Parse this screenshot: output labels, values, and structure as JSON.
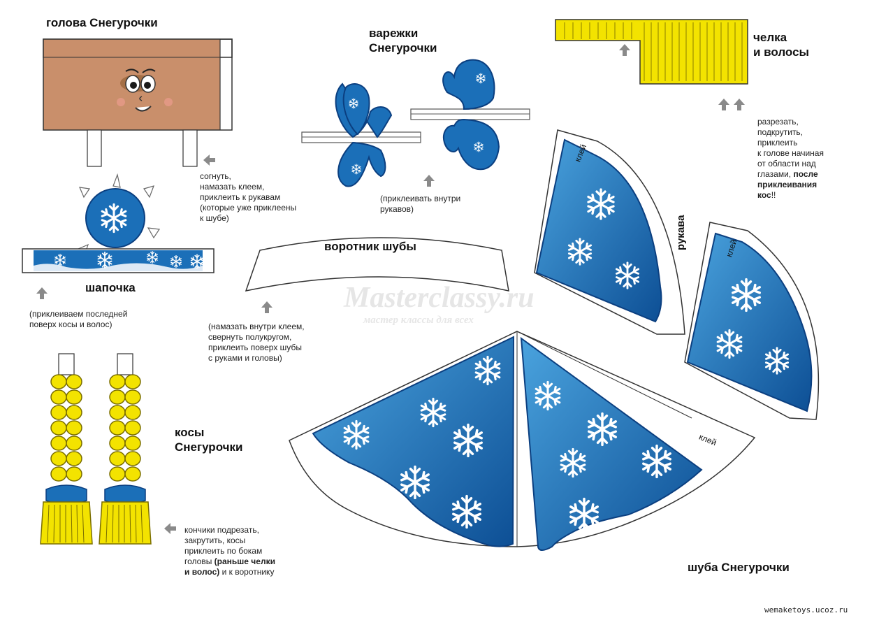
{
  "labels": {
    "head": "голова Снегурочки",
    "mittens": "варежки\nСнегурочки",
    "bangs": "челка\nи волосы",
    "hat": "шапочка",
    "collar": "воротник шубы",
    "sleeves": "рукава",
    "braids": "косы\nСнегурочки",
    "coat": "шуба Снегурочки"
  },
  "notes": {
    "head_note": "согнуть,\nнамазать клеем,\nприклеить к рукавам\n(которые уже приклеены\nк шубе)",
    "mittens_note": "(приклеивать внутри\nрукавов)",
    "bangs_note_plain": "разрезать,\nподкрутить,\nприклеить\nк голове начиная\nот области над\nглазами, ",
    "bangs_note_bold": "после\nприклеивания\nкос",
    "bangs_note_end": "!!",
    "hat_note": "(приклеиваем последней\nповерх косы и волос)",
    "collar_note": "(намазать внутри клеем,\nсвернуть полукругом,\nприклеить поверх шубы\nс руками и головы)",
    "braids_note_plain": "кончики подрезать,\nзакрутить, косы\nприклеить по бокам\nголовы ",
    "braids_note_bold": "(раньше челки\nи волос)",
    "braids_note_end": " и к воротнику"
  },
  "glue_label": "клей",
  "watermark": {
    "main": "Masterclassy.ru",
    "sub": "мастер классы для всех"
  },
  "source": "wemaketoys.ucoz.ru",
  "colors": {
    "blue": "#1b6fb8",
    "blue_light": "#4aa3de",
    "yellow": "#f3e300",
    "skin": "#c98f6b",
    "arrow": "#8a8a8a"
  }
}
